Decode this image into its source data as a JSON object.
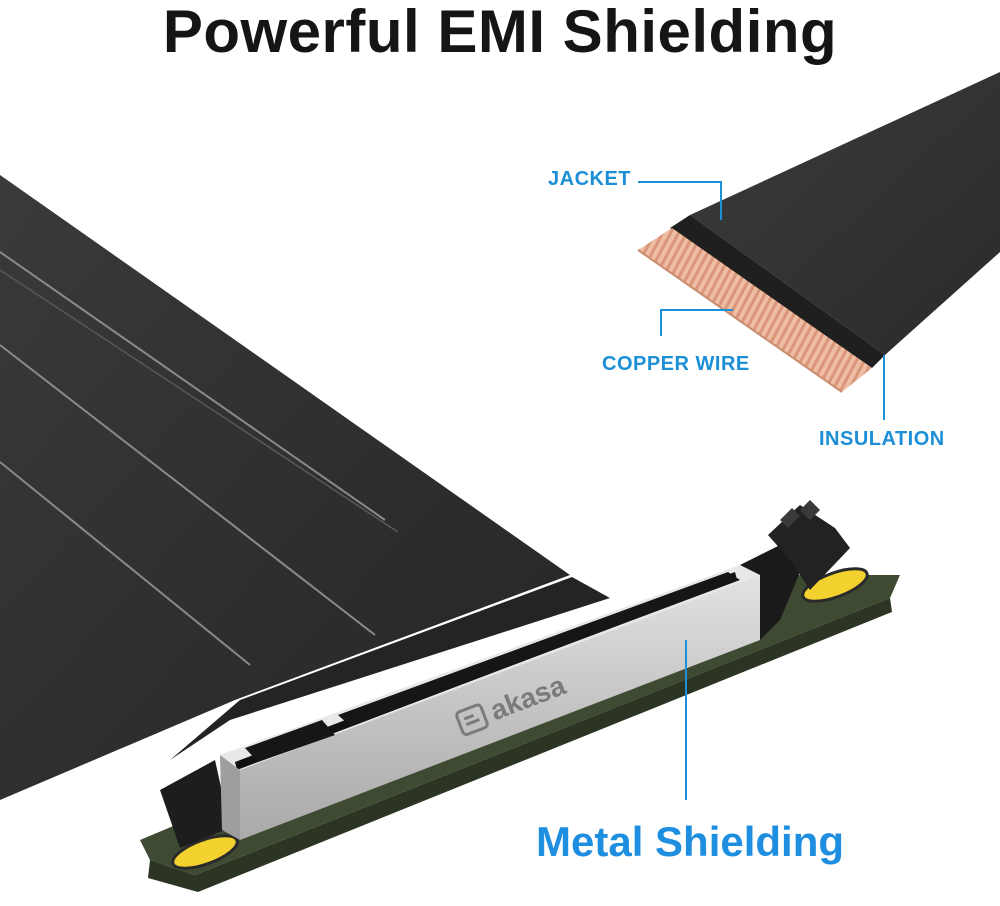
{
  "title": "Powerful EMI Shielding",
  "brand": "akasa",
  "labels": {
    "jacket": "JACKET",
    "copper_wire": "COPPER WIRE",
    "insulation": "INSULATION",
    "metal_shielding": "Metal Shielding"
  },
  "colors": {
    "accent": "#1c8fd6",
    "cable": "#2f2f2f",
    "copper": "#e6a98a",
    "pcb": "#3f4a32",
    "shield": "#c9c9c9",
    "mount_hole": "#f3d230"
  }
}
